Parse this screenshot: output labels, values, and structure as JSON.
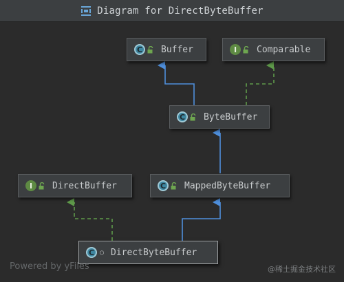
{
  "window": {
    "title": "Diagram for DirectByteBuffer"
  },
  "nodes": {
    "buffer": {
      "label": "Buffer",
      "kind": "class"
    },
    "comparable": {
      "label": "Comparable",
      "kind": "interface"
    },
    "bytebuffer": {
      "label": "ByteBuffer",
      "kind": "class"
    },
    "directbuffer": {
      "label": "DirectBuffer",
      "kind": "interface"
    },
    "mappedbytebuffer": {
      "label": "MappedByteBuffer",
      "kind": "class"
    },
    "directbytebuffer": {
      "label": "DirectByteBuffer",
      "kind": "class"
    }
  },
  "badges": {
    "class_letter": "C",
    "interface_letter": "I"
  },
  "footer": {
    "powered_by": "Powered by yFiles"
  },
  "watermark": {
    "text": "@稀土掘金技术社区"
  },
  "colors": {
    "background": "#2b2b2b",
    "node_bg": "#3c3f41",
    "extends_edge": "#4f8fdc",
    "implements_edge": "#5f9a4a",
    "class_badge": "#3e86a0",
    "interface_badge": "#5e8a43",
    "lock_open": "#6ea650"
  }
}
